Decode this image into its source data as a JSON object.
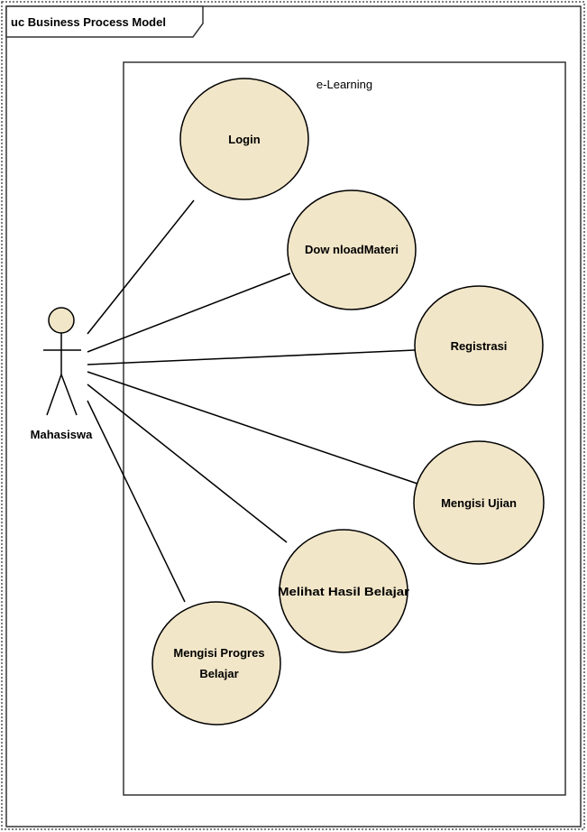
{
  "diagram": {
    "frame_title": "uc Business Process Model",
    "boundary_name": "e-Learning",
    "actor": {
      "name": "Mahasiswa"
    },
    "use_cases": [
      {
        "id": "login",
        "lines": [
          "Login"
        ]
      },
      {
        "id": "download-materi",
        "lines": [
          "Dow nloadMateri"
        ]
      },
      {
        "id": "registrasi",
        "lines": [
          "Registrasi"
        ]
      },
      {
        "id": "mengisi-ujian",
        "lines": [
          "Mengisi Ujian"
        ]
      },
      {
        "id": "melihat-hasil-belajar",
        "lines": [
          "Melihat Hasil Belajar"
        ]
      },
      {
        "id": "mengisi-progres-belajar",
        "lines": [
          "Mengisi Progres",
          "Belajar"
        ]
      }
    ],
    "colors": {
      "usecase_fill": "#f2e6c9",
      "actor_fill": "#f2e6c9",
      "stroke": "#000000",
      "frame_border": "#333333"
    }
  }
}
